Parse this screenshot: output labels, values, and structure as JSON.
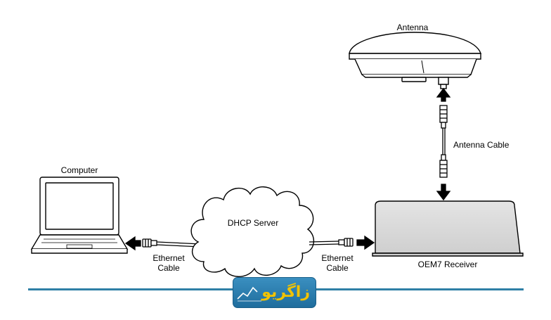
{
  "labels": {
    "antenna": "Antenna",
    "antenna_cable": "Antenna Cable",
    "computer": "Computer",
    "dhcp_server": "DHCP Server",
    "ethernet_left_1": "Ethernet",
    "ethernet_left_2": "Cable",
    "ethernet_right_1": "Ethernet",
    "ethernet_right_2": "Cable",
    "receiver": "OEM7 Receiver"
  },
  "logo": {
    "text": "زاگریو"
  },
  "colors": {
    "stroke": "#000000",
    "receiver_fill": "#d9d9d9",
    "logo_bg": "#2a80b3",
    "logo_text": "#f2c200",
    "rule": "#2f7fa6"
  }
}
